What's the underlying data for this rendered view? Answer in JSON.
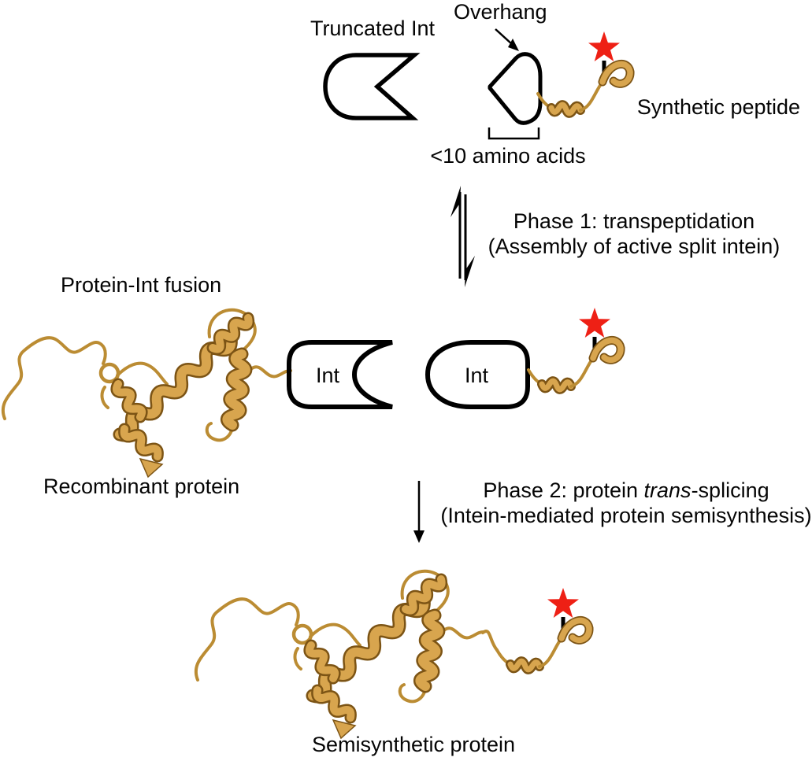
{
  "top": {
    "overhang_label": "Overhang",
    "truncated_int_label": "Truncated Int",
    "synthetic_peptide_label": "Synthetic peptide",
    "amino_acids_label": "<10 amino acids"
  },
  "phase1": {
    "line1": "Phase 1: transpeptidation",
    "line2": "(Assembly of active split intein)"
  },
  "middle": {
    "protein_int_fusion_label": "Protein-Int fusion",
    "int_n_label": "Int",
    "int_c_label": "Int",
    "recombinant_protein_label": "Recombinant protein"
  },
  "phase2": {
    "line1_pre": "Phase 2: protein ",
    "line1_italic": "trans",
    "line1_post": "-splicing",
    "line2": "(Intein-mediated protein semisynthesis)"
  },
  "bottom": {
    "semisynthetic_protein_label": "Semisynthetic protein"
  },
  "colors": {
    "intein_fill": "#cccccc",
    "outline": "#000000",
    "star_red": "#ee2015",
    "ribbon_gold": "#d8a54e",
    "ribbon_dark": "#7c5415",
    "ribbon_coil": "#bb8c33"
  }
}
